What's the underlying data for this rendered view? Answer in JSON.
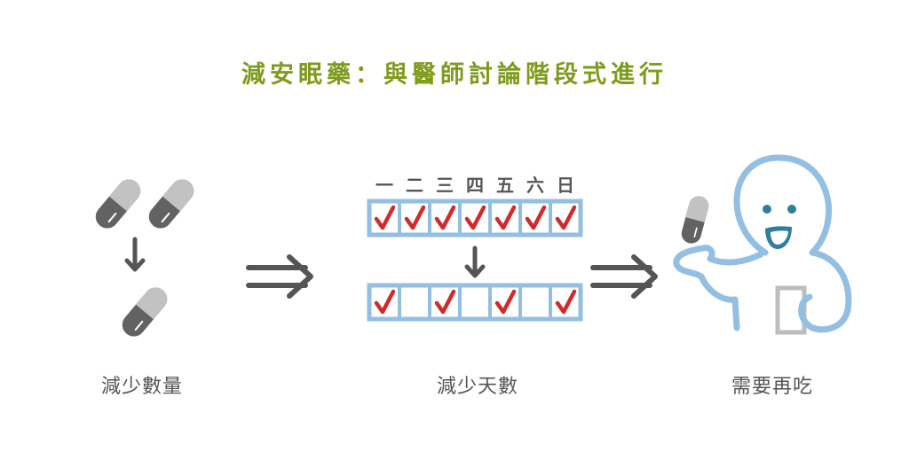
{
  "title": "減安眠藥：與醫師討論階段式進行",
  "steps": [
    {
      "label": "減少數量"
    },
    {
      "label": "減少天數"
    },
    {
      "label": "需要再吃"
    }
  ],
  "calendar": {
    "days": [
      "一",
      "二",
      "三",
      "四",
      "五",
      "六",
      "日"
    ],
    "before_checked": [
      true,
      true,
      true,
      true,
      true,
      true,
      true
    ],
    "after_checked": [
      true,
      false,
      true,
      false,
      true,
      false,
      true
    ]
  },
  "colors": {
    "title": "#7e9b1c",
    "grid": "#93bfe2",
    "check": "#d12a2a",
    "pill_light": "#c2c2c2",
    "pill_dark": "#626262",
    "character_outline": "#93bfe2",
    "face": "#2f7f9c"
  }
}
